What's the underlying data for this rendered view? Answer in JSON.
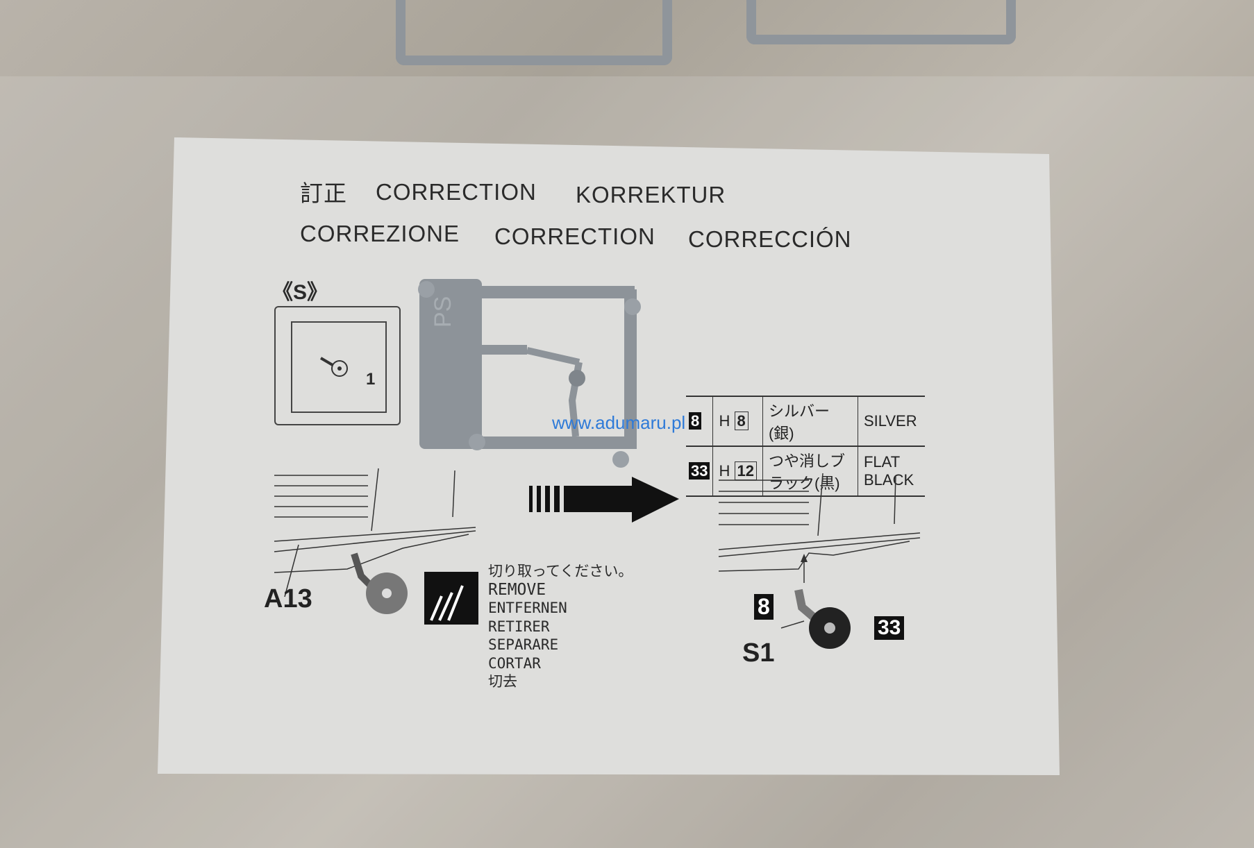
{
  "header": {
    "line1": [
      "訂正",
      "CORRECTION",
      "KORREKTUR"
    ],
    "line2": [
      "CORREZIONE",
      "CORRECTION",
      "CORRECCIÓN"
    ]
  },
  "sprue_label": "《S》",
  "sprue_part_number": "1",
  "sprue_mark": "PS",
  "paints": [
    {
      "code": "8",
      "hobby": "H",
      "hobby_no": "8",
      "jp": "シルバー(銀)",
      "en": "SILVER"
    },
    {
      "code": "33",
      "hobby": "H",
      "hobby_no": "12",
      "jp": "つや消しブラック(黒)",
      "en": "FLAT BLACK"
    }
  ],
  "watermark": "www.adumaru.pl",
  "remove_instructions": [
    "切り取ってください。",
    "REMOVE",
    "ENTFERNEN",
    "RETIRER",
    "SEPARARE",
    "CORTAR",
    "切去"
  ],
  "parts": {
    "old": "A13",
    "new": "S1",
    "badge_strut": "8",
    "badge_wheel": "33"
  }
}
